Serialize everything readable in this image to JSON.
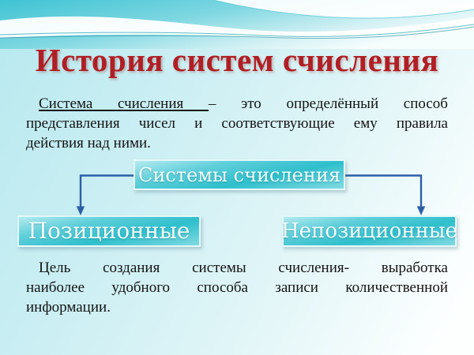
{
  "slide_title": "История систем счисления",
  "definition": {
    "underlined": "Система счисления ",
    "line1_rest": "– это определённый способ",
    "line2": "представления чисел и соответствующие ему правила",
    "line3": "действия над ними."
  },
  "diagram": {
    "root_label": "Системы счисления",
    "left_label": "Позиционные",
    "right_label": "Непозиционные"
  },
  "goal": {
    "line1": "Цель создания системы счисления- выработка",
    "line2": "наиболее удобного способа записи количественной",
    "line3": "информации."
  },
  "colors": {
    "title_red": "#b01f24",
    "box_teal": "#2fbfcc",
    "connector_blue": "#2c5fa8",
    "header_teal": "#3fc3d3"
  }
}
